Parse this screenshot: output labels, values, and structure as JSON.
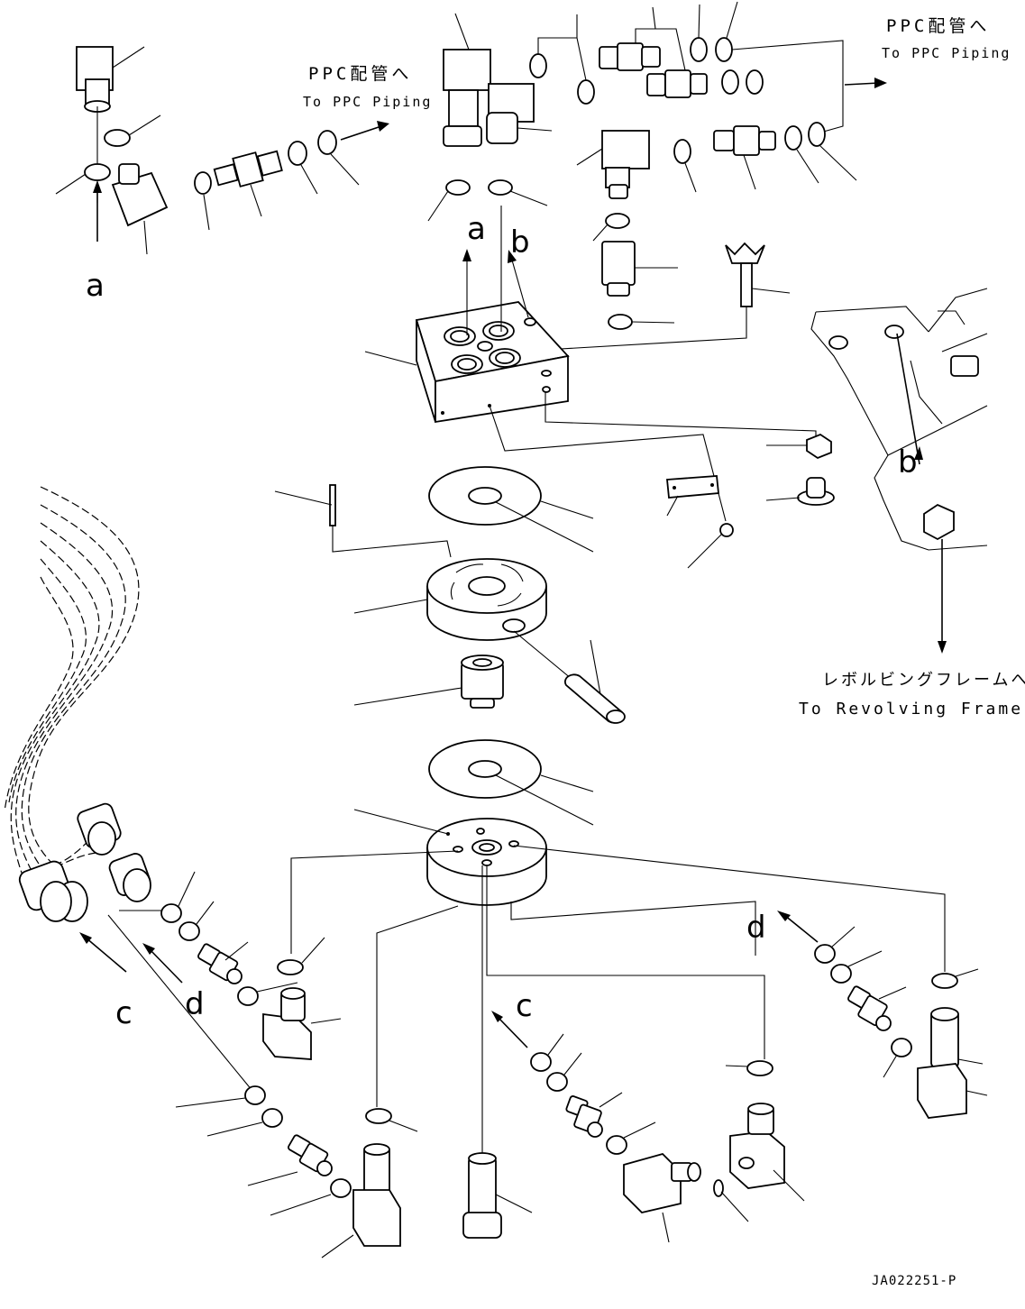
{
  "annotations": {
    "ppc_left_jp": "PPC配管へ",
    "ppc_left_en": "To PPC Piping",
    "ppc_right_jp": "PPC配管へ",
    "ppc_right_en": "To PPC Piping",
    "frame_jp": "レボルビングフレームへ",
    "frame_en": "To Revolving Frame"
  },
  "reference_letters": {
    "a_left": "a",
    "a_center": "a",
    "b_center": "b",
    "b_right": "b",
    "c_left": "c",
    "c_center": "c",
    "d_left": "d",
    "d_right": "d"
  },
  "drawing_code": "JA022251-P"
}
